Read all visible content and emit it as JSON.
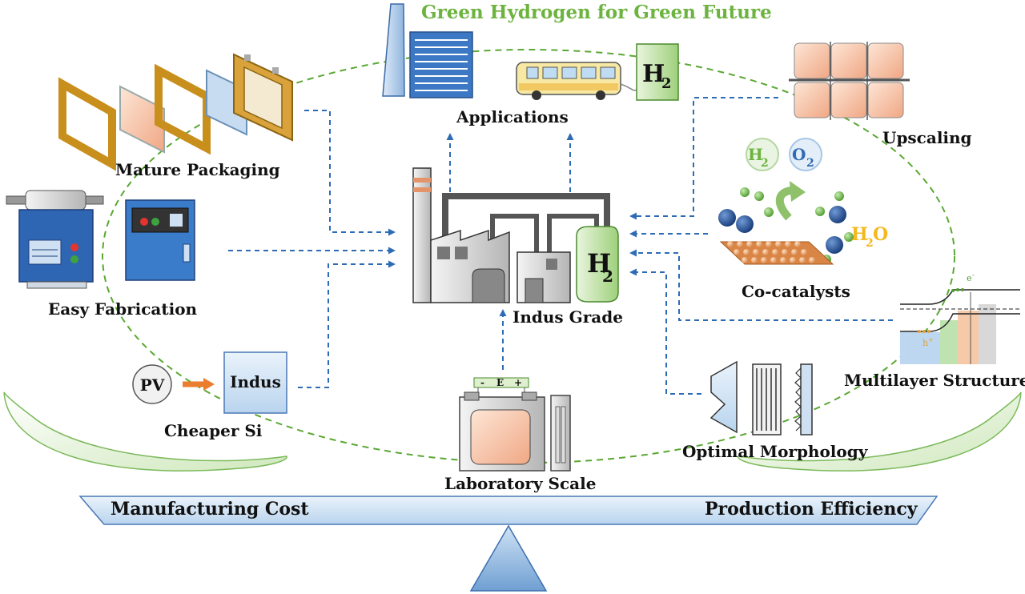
{
  "title": "Green Hydrogen for Green Future",
  "center": {
    "label": "Indus Grade",
    "tank_label": "H",
    "tank_sub": "2"
  },
  "nodes": {
    "applications": "Applications",
    "upscaling": "Upscaling",
    "mature_packaging": "Mature Packaging",
    "easy_fabrication": "Easy Fabrication",
    "cheaper_si": "Cheaper Si",
    "co_catalysts": "Co-catalysts",
    "multilayer_structure": "Multilayer Structure",
    "optimal_morphology": "Optimal Morphology",
    "laboratory_scale": "Laboratory Scale"
  },
  "bubbles": {
    "h2": "H",
    "h2_sub": "2",
    "o2": "O",
    "o2_sub": "2",
    "h2o": "H",
    "h2o_sub": "2",
    "h2o_end": "O"
  },
  "h2_sign": {
    "text": "H",
    "sub": "2"
  },
  "pv": {
    "circle": "PV",
    "box": "Indus"
  },
  "battery": {
    "minus": "-",
    "e": "E",
    "plus": "+"
  },
  "band": {
    "electron": "e",
    "electron_sup": "-",
    "hole": "h",
    "hole_sup": "+"
  },
  "balance": {
    "left": "Manufacturing Cost",
    "right": "Production Efficiency"
  },
  "colors": {
    "accent_green": "#6db33f",
    "arrow_blue": "#2e6bb5",
    "beam_fill": "#d8e8f6",
    "ellipse": "#5aa832"
  }
}
